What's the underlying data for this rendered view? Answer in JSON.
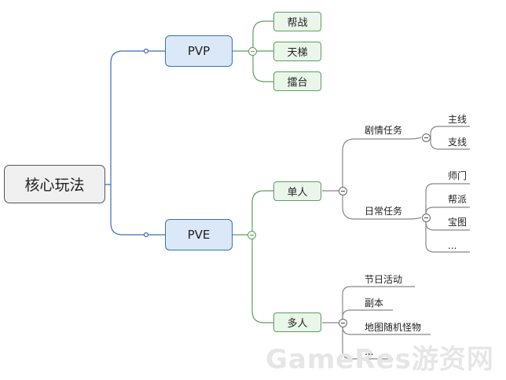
{
  "root": {
    "label": "核心玩法"
  },
  "branches": {
    "pvp": {
      "label": "PVP",
      "children": [
        "帮战",
        "天梯",
        "擂台"
      ]
    },
    "pve": {
      "label": "PVE",
      "single": {
        "label": "单人",
        "plot": {
          "label": "剧情任务",
          "children": [
            "主线",
            "支线"
          ]
        },
        "daily": {
          "label": "日常任务",
          "children": [
            "师门",
            "帮派",
            "宝图",
            "..."
          ]
        }
      },
      "multi": {
        "label": "多人",
        "children": [
          "节日活动",
          "副本",
          "地图随机怪物",
          "..."
        ]
      }
    }
  },
  "watermark": "GameRes游资网",
  "colors": {
    "blue": "#3a6fb5",
    "green": "#5aa05a",
    "gray": "#888888"
  }
}
